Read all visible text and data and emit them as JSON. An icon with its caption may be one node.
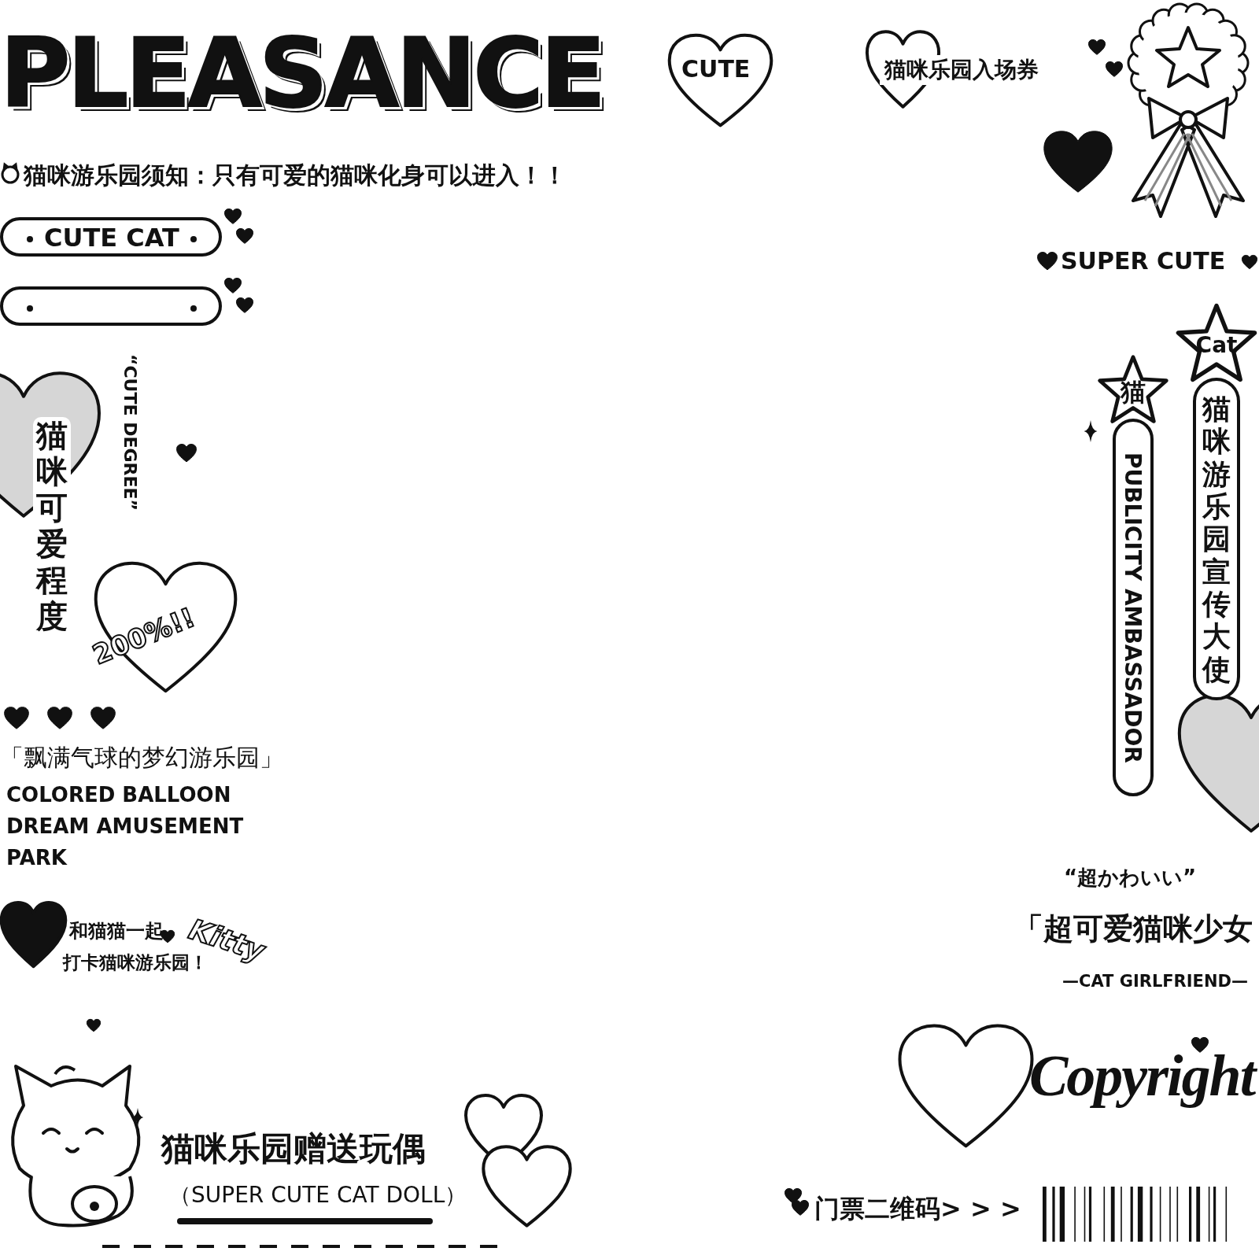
{
  "diagram": {
    "title": "PLEASANCE",
    "nodes": [
      {
        "text": [
          "CUTE"
        ]
      },
      {
        "text": [
          "猫咪乐园入场券"
        ]
      },
      {
        "text": [
          "CUTE CAT"
        ]
      },
      {
        "text": [],
        "shape": "box"
      },
      {
        "text": [
          "Cat",
          "猫咪游乐园宣传大使"
        ]
      },
      {
        "text": [
          "猫",
          "PUBLICITY AMBASSADOR"
        ]
      },
      {
        "text": [
          "和猫猫一起"
        ]
      }
    ],
    "labels": [
      "猫咪游乐园须知：只有可爱的猫咪化身可以进入！！",
      "SUPER CUTE",
      "“CUTE DEGREE”",
      "猫咪可爱程度",
      "200%!!",
      "「飘满气球的梦幻游乐园」",
      "COLORED BALLOON DREAM AMUSEMENT PARK",
      "Kitty",
      "打卡猫咪游乐园！",
      "“超かわいい”",
      "「超可爱猫咪少女",
      "—CAT GIRLFRIEND—",
      "Copyright",
      "猫咪乐园赠送玩偶",
      "（SUPER CUTE CAT DOLL）",
      "门票二维码> > >"
    ]
  }
}
